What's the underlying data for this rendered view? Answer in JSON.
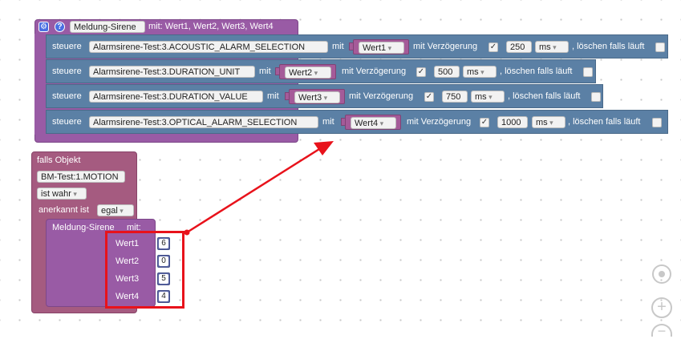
{
  "function_block": {
    "title_chip": "Meldung-Sirene",
    "params_text": "mit: Wert1, Wert2, Wert3, Wert4",
    "rows": [
      {
        "steuere": "steuere",
        "object": "Alarmsirene-Test:3.ACOUSTIC_ALARM_SELECTION",
        "mit": "mit",
        "value": "Wert1",
        "delay_label": "mit Verzögerung",
        "delay_checked": "✓",
        "delay_value": "250",
        "unit": "ms",
        "clear_label": ", löschen falls läuft"
      },
      {
        "steuere": "steuere",
        "object": "Alarmsirene-Test:3.DURATION_UNIT",
        "mit": "mit",
        "value": "Wert2",
        "delay_label": "mit Verzögerung",
        "delay_checked": "✓",
        "delay_value": "500",
        "unit": "ms",
        "clear_label": ", löschen falls läuft"
      },
      {
        "steuere": "steuere",
        "object": "Alarmsirene-Test:3.DURATION_VALUE",
        "mit": "mit",
        "value": "Wert3",
        "delay_label": "mit Verzögerung",
        "delay_checked": "✓",
        "delay_value": "750",
        "unit": "ms",
        "clear_label": ", löschen falls läuft"
      },
      {
        "steuere": "steuere",
        "object": "Alarmsirene-Test:3.OPTICAL_ALARM_SELECTION",
        "mit": "mit",
        "value": "Wert4",
        "delay_label": "mit Verzögerung",
        "delay_checked": "✓",
        "delay_value": "1000",
        "unit": "ms",
        "clear_label": ", löschen falls läuft"
      }
    ]
  },
  "trigger_block": {
    "label": "falls Objekt",
    "object": "BM-Test:1.MOTION",
    "condition": "ist wahr",
    "ack_label": "anerkannt ist",
    "ack_value": "egal"
  },
  "call_block": {
    "name": "Meldung-Sirene",
    "mit": "mit:",
    "args": [
      {
        "name": "Wert1",
        "value": "6"
      },
      {
        "name": "Wert2",
        "value": "0"
      },
      {
        "name": "Wert3",
        "value": "5"
      },
      {
        "name": "Wert4",
        "value": "4"
      }
    ]
  },
  "controls": {
    "center_icon": "target-icon",
    "zoom_in_icon": "plus-icon",
    "zoom_out_icon": "minus-icon"
  },
  "colors": {
    "procedure": "#995ba5",
    "control": "#a55b80",
    "action": "#5b80a5",
    "value": "#5b67a5",
    "highlight": "#e8121b"
  }
}
